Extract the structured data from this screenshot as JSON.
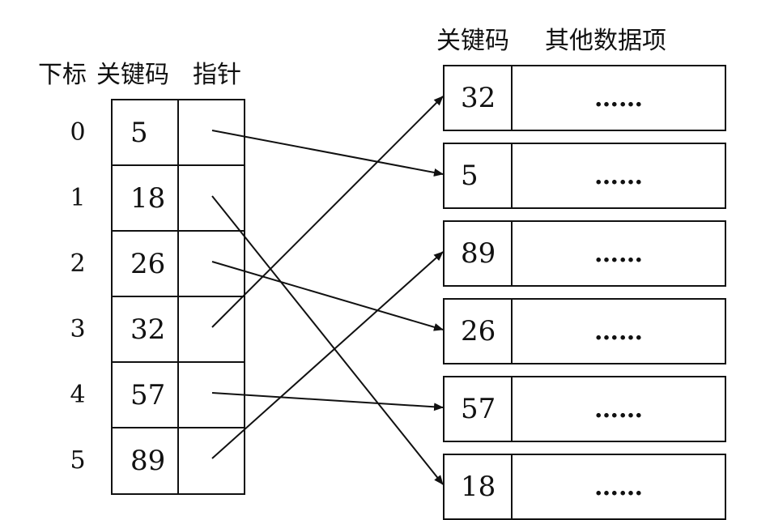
{
  "index_table": {
    "headers": {
      "subscript": "下标",
      "key": "关键码",
      "pointer": "指针"
    },
    "rows": [
      {
        "index": "0",
        "key": "5"
      },
      {
        "index": "1",
        "key": "18"
      },
      {
        "index": "2",
        "key": "26"
      },
      {
        "index": "3",
        "key": "32"
      },
      {
        "index": "4",
        "key": "57"
      },
      {
        "index": "5",
        "key": "89"
      }
    ]
  },
  "records": {
    "headers": {
      "key": "关键码",
      "other": "其他数据项"
    },
    "rows": [
      {
        "key": "32",
        "data": "……"
      },
      {
        "key": "5",
        "data": "……"
      },
      {
        "key": "89",
        "data": "……"
      },
      {
        "key": "26",
        "data": "……"
      },
      {
        "key": "57",
        "data": "……"
      },
      {
        "key": "18",
        "data": "……"
      }
    ]
  }
}
